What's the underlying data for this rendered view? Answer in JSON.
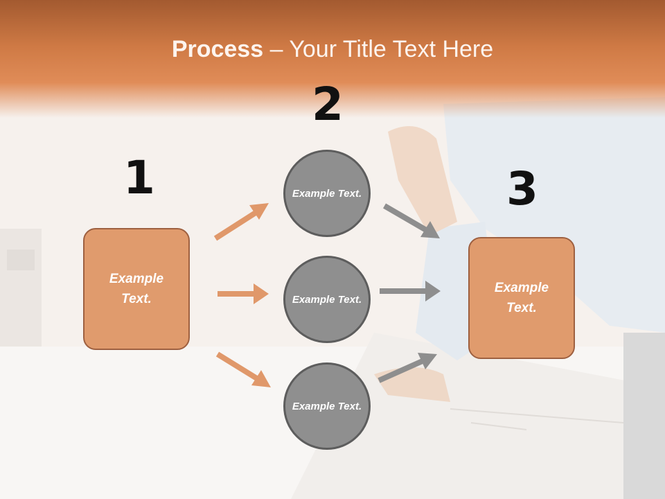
{
  "slide": {
    "title_bold": "Process",
    "title_rest": "– Your Title Text Here",
    "steps": [
      "1",
      "2",
      "3"
    ],
    "left_box": "Example Text.",
    "circles": [
      "Example Text.",
      "Example Text.",
      "Example Text."
    ],
    "right_box": "Example Text."
  },
  "colors": {
    "header": "#cf7a45",
    "box_fill": "#e09b6d",
    "box_border": "#9e6040",
    "circle_fill": "#8f8f8f",
    "circle_border": "#5d5d5d",
    "orange_arrow": "#e0986a",
    "gray_arrow": "#8e8e8e"
  }
}
